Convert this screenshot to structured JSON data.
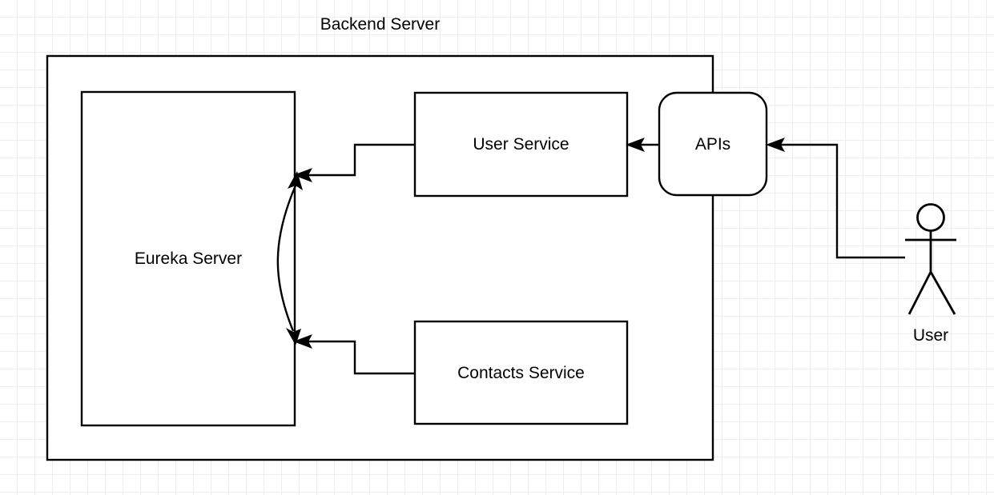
{
  "diagram": {
    "title": "Backend Server",
    "nodes": {
      "eureka": {
        "label": "Eureka Server"
      },
      "user_service": {
        "label": "User Service"
      },
      "contacts_service": {
        "label": "Contacts Service"
      },
      "apis": {
        "label": "APIs"
      },
      "actor": {
        "label": "User"
      }
    },
    "colors": {
      "stroke": "#000000",
      "fill": "#ffffff",
      "grid_minor": "#eeeeee",
      "grid_major": "#d9d9d9",
      "background": "#ffffff"
    }
  }
}
